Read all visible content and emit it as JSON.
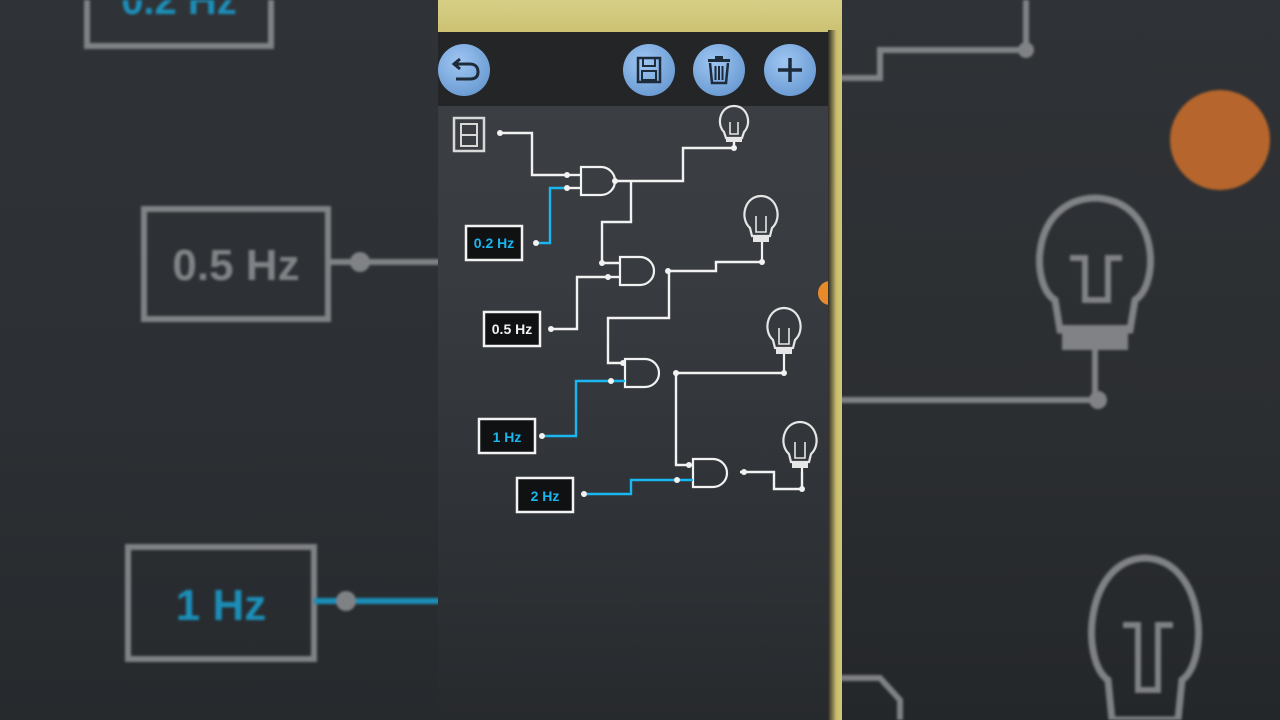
{
  "toolbar": {
    "back_icon": "undo-arrow-icon",
    "save_icon": "floppy-disk-icon",
    "delete_icon": "trash-icon",
    "add_icon": "plus-icon"
  },
  "circuit": {
    "clocks": [
      {
        "label": "0.2 Hz",
        "active": true
      },
      {
        "label": "0.5 Hz",
        "active": false
      },
      {
        "label": "1 Hz",
        "active": true
      },
      {
        "label": "2 Hz",
        "active": true
      }
    ],
    "switch_icon": "toggle-switch-icon",
    "gate_type": "AND",
    "bulb_icon": "light-bulb-icon"
  },
  "background_left": {
    "labels": [
      "0.2 Hz",
      "0.5 Hz",
      "1 Hz"
    ]
  },
  "colors": {
    "wire_on": "#1ab6f0",
    "wire_off": "#f2f2f2",
    "toolbar_button": "#7aa9e0"
  }
}
